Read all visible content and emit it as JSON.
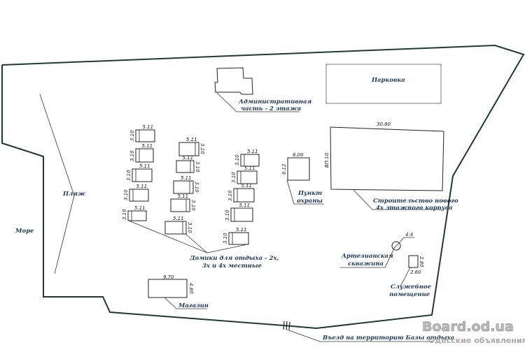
{
  "labels": {
    "sea": "Море",
    "beach": "Пляж",
    "admin_line1": "Административная",
    "admin_line2": "часть - 2 этажа",
    "parking": "Парковка",
    "construction_line1": "Строительство нового",
    "construction_line2": "4х этажного корпуса",
    "guard_line1": "Пункт",
    "guard_line2": "охраны",
    "houses_line1": "Домики для отдыха - 2х,",
    "houses_line2": "3х и 4х местные",
    "well_line1": "Артезианская",
    "well_line2": "скважина",
    "service_line1": "Служебное",
    "service_line2": "помещение",
    "shop": "Магазин",
    "entrance": "Въезд на территорию Базы отдыха"
  },
  "dimensions": {
    "construction_length": "30.80",
    "construction_width": "ВП.10",
    "guard_width": "6.00",
    "guard_depth": "6.12",
    "well": "4.4",
    "service_width": "2.60",
    "service_depth": "2.80",
    "shop_length": "9.70",
    "shop_width": "4.80",
    "house_length": "5.11",
    "house_width": "3.10"
  },
  "watermark": {
    "title": "Board.od.ua",
    "subtitle": "Одесские объявления"
  }
}
